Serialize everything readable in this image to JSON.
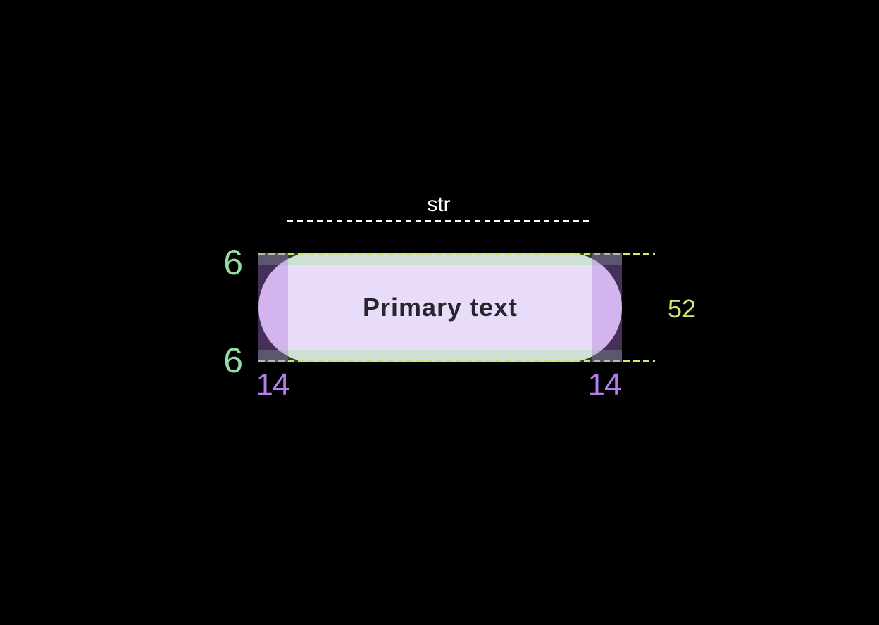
{
  "button": {
    "label": "Primary text"
  },
  "annotations": {
    "text_width": {
      "label": "str"
    },
    "padding_top": {
      "value": "6"
    },
    "padding_bottom": {
      "value": "6"
    },
    "height": {
      "value": "52"
    },
    "padding_left": {
      "value": "14"
    },
    "padding_right": {
      "value": "14"
    }
  },
  "colors": {
    "bg": "#000000",
    "pill_fill": "#e9dcf8",
    "pill_text": "#26262e",
    "overlay_purple": "rgba(175,120,225,0.40)",
    "overlay_green": "rgba(137,235,125,0.28)",
    "line_yellow": "#dde76e",
    "line_white": "#ffffff",
    "label_green": "#95dba4",
    "label_yellow": "#d9e873",
    "label_purple": "#b97df2",
    "label_white": "#ffffff"
  }
}
